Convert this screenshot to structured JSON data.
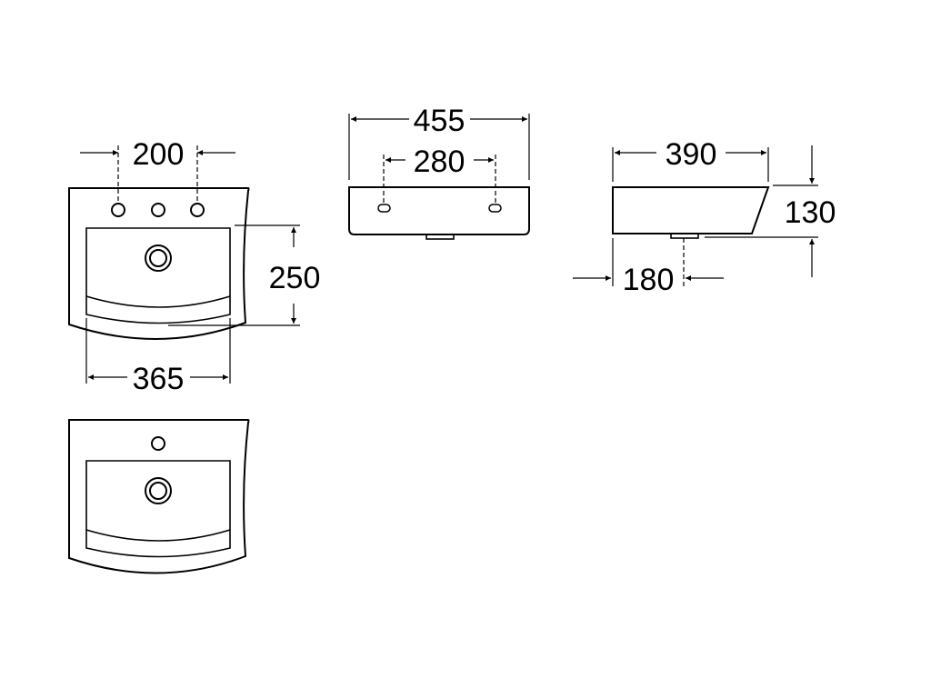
{
  "colors": {
    "stroke": "#000000",
    "background": "#ffffff"
  },
  "dimensions": {
    "top_tap_spacing": "200",
    "top_basin_depth": "250",
    "top_inner_width": "365",
    "front_overall_width": "455",
    "front_fixing_spacing": "280",
    "side_depth": "390",
    "side_height": "130",
    "side_waste_offset": "180"
  }
}
